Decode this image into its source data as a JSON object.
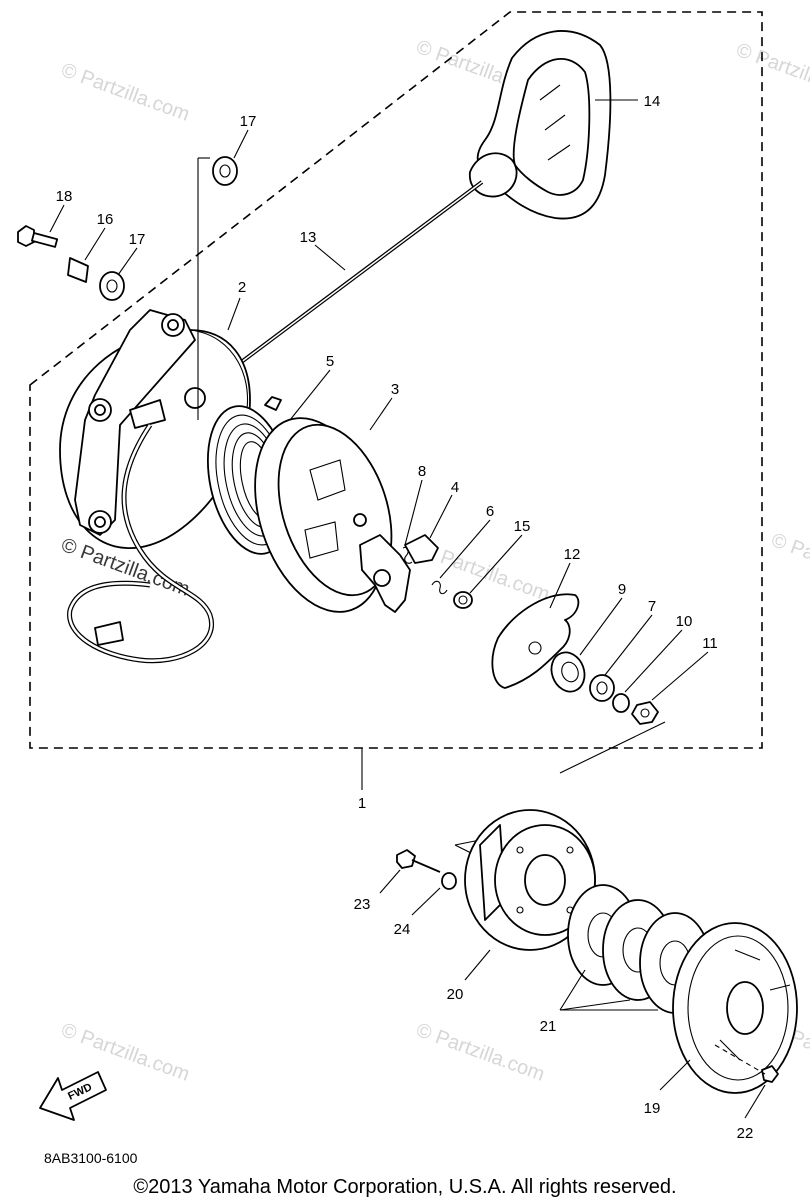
{
  "watermark": {
    "text": "© Partzilla.com"
  },
  "callouts": [
    {
      "id": "c1",
      "label": "1"
    },
    {
      "id": "c2",
      "label": "2"
    },
    {
      "id": "c3",
      "label": "3"
    },
    {
      "id": "c4",
      "label": "4"
    },
    {
      "id": "c5",
      "label": "5"
    },
    {
      "id": "c6",
      "label": "6"
    },
    {
      "id": "c7",
      "label": "7"
    },
    {
      "id": "c8",
      "label": "8"
    },
    {
      "id": "c9",
      "label": "9"
    },
    {
      "id": "c10",
      "label": "10"
    },
    {
      "id": "c11",
      "label": "11"
    },
    {
      "id": "c12",
      "label": "12"
    },
    {
      "id": "c13",
      "label": "13"
    },
    {
      "id": "c14",
      "label": "14"
    },
    {
      "id": "c15",
      "label": "15"
    },
    {
      "id": "c16",
      "label": "16"
    },
    {
      "id": "c17a",
      "label": "17"
    },
    {
      "id": "c17b",
      "label": "17"
    },
    {
      "id": "c18",
      "label": "18"
    },
    {
      "id": "c19",
      "label": "19"
    },
    {
      "id": "c20",
      "label": "20"
    },
    {
      "id": "c21",
      "label": "21"
    },
    {
      "id": "c22",
      "label": "22"
    },
    {
      "id": "c23",
      "label": "23"
    },
    {
      "id": "c24",
      "label": "24"
    }
  ],
  "fwd_label": "FWD",
  "diagram_code": "8AB3100-6100",
  "copyright": "©2013 Yamaha Motor Corporation, U.S.A. All rights reserved."
}
